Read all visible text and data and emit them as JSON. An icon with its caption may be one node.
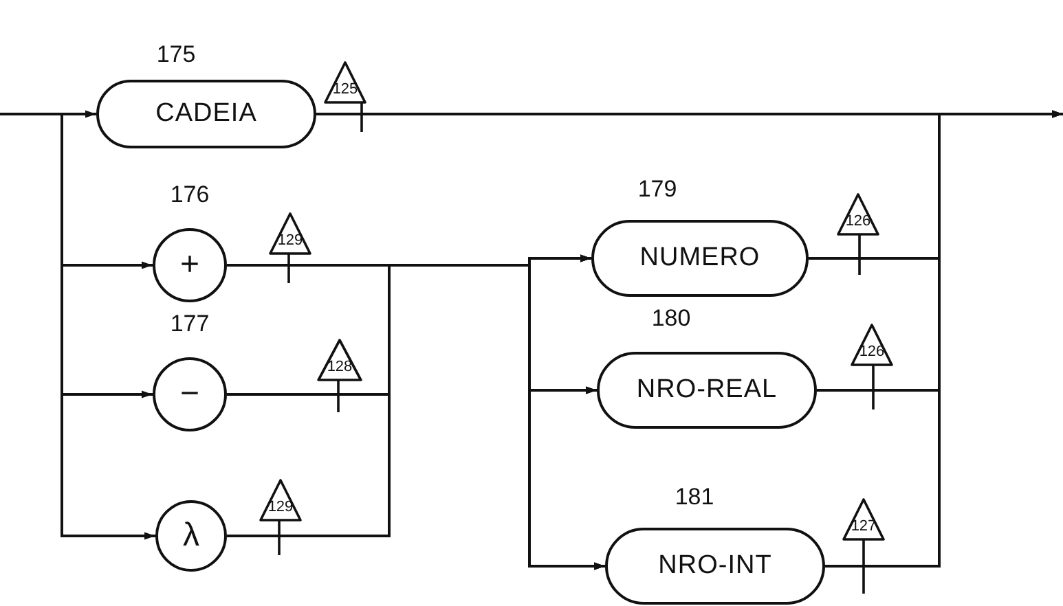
{
  "diagram": {
    "nodes": [
      {
        "text": [
          "CADEIA"
        ],
        "beside": [
          "175"
        ]
      },
      {
        "text": [
          "125"
        ]
      },
      {
        "text": [
          "+"
        ],
        "beside": [
          "176"
        ]
      },
      {
        "text": [
          "129"
        ]
      },
      {
        "text": [
          "−"
        ],
        "beside": [
          "177"
        ]
      },
      {
        "text": [
          "128"
        ]
      },
      {
        "text": [
          "λ"
        ]
      },
      {
        "text": [
          "129"
        ]
      },
      {
        "text": [
          "NUMERO"
        ],
        "beside": [
          "179"
        ]
      },
      {
        "text": [
          "126"
        ]
      },
      {
        "text": [
          "NRO-REAL"
        ],
        "beside": [
          "180"
        ]
      },
      {
        "text": [
          "126"
        ]
      },
      {
        "text": [
          "NRO-INT"
        ],
        "beside": [
          "181"
        ]
      },
      {
        "text": [
          "127"
        ]
      }
    ],
    "edges": [
      {
        "from": null,
        "to": 0,
        "arrow": "to"
      },
      {
        "from": null,
        "to": 2,
        "arrow": "to"
      },
      {
        "from": null,
        "to": 4,
        "arrow": "to"
      },
      {
        "from": null,
        "to": 6,
        "arrow": "to"
      },
      {
        "from": 2,
        "to": 8,
        "arrow": "to"
      },
      {
        "from": 2,
        "to": 10,
        "arrow": "to"
      },
      {
        "from": 2,
        "to": 12,
        "arrow": "to"
      },
      {
        "from": 4,
        "to": 8,
        "arrow": "to"
      },
      {
        "from": 4,
        "to": 10,
        "arrow": "to"
      },
      {
        "from": 4,
        "to": 12,
        "arrow": "to"
      },
      {
        "from": 6,
        "to": 8,
        "arrow": "to"
      },
      {
        "from": 6,
        "to": 10,
        "arrow": "to"
      },
      {
        "from": 6,
        "to": 12,
        "arrow": "to"
      },
      {
        "from": 0,
        "to": null,
        "arrow": "to"
      },
      {
        "from": 8,
        "to": null,
        "arrow": "to"
      },
      {
        "from": 10,
        "to": null,
        "arrow": "to"
      },
      {
        "from": 12,
        "to": null,
        "arrow": "to"
      }
    ]
  }
}
